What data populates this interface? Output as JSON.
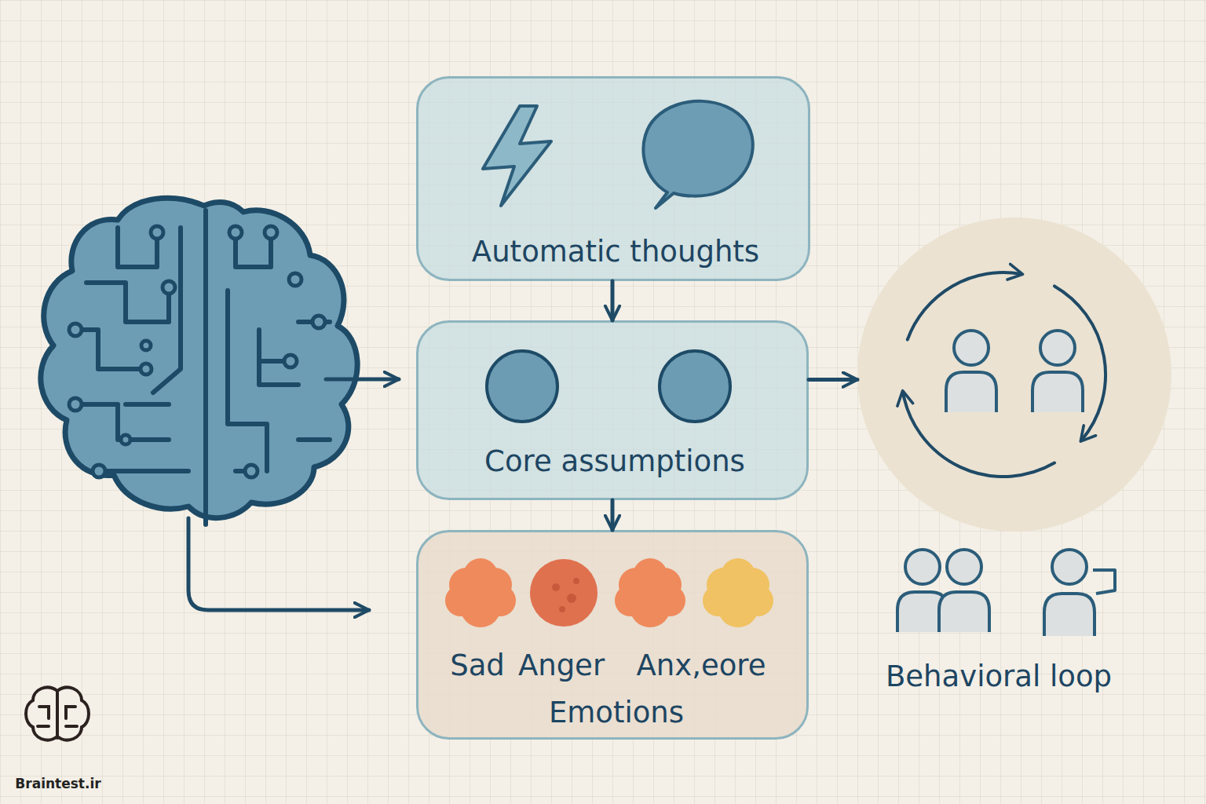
{
  "diagram": {
    "nodes": [
      {
        "text": [
          "Automatic thoughts"
        ]
      },
      {
        "text": [
          "Core assumptions"
        ]
      },
      {
        "text": [
          "Sad",
          "Anger",
          "Anx,eore",
          "Emotions"
        ]
      },
      {
        "text": [
          "Behavioral loop"
        ]
      }
    ],
    "edges": [
      {
        "from": 0,
        "to": 1,
        "arrow": "to"
      },
      {
        "from": 1,
        "to": 2,
        "arrow": "to"
      },
      {
        "from": 1,
        "to": 3,
        "arrow": "to"
      }
    ],
    "labels": [
      "Braintest.ir"
    ]
  }
}
